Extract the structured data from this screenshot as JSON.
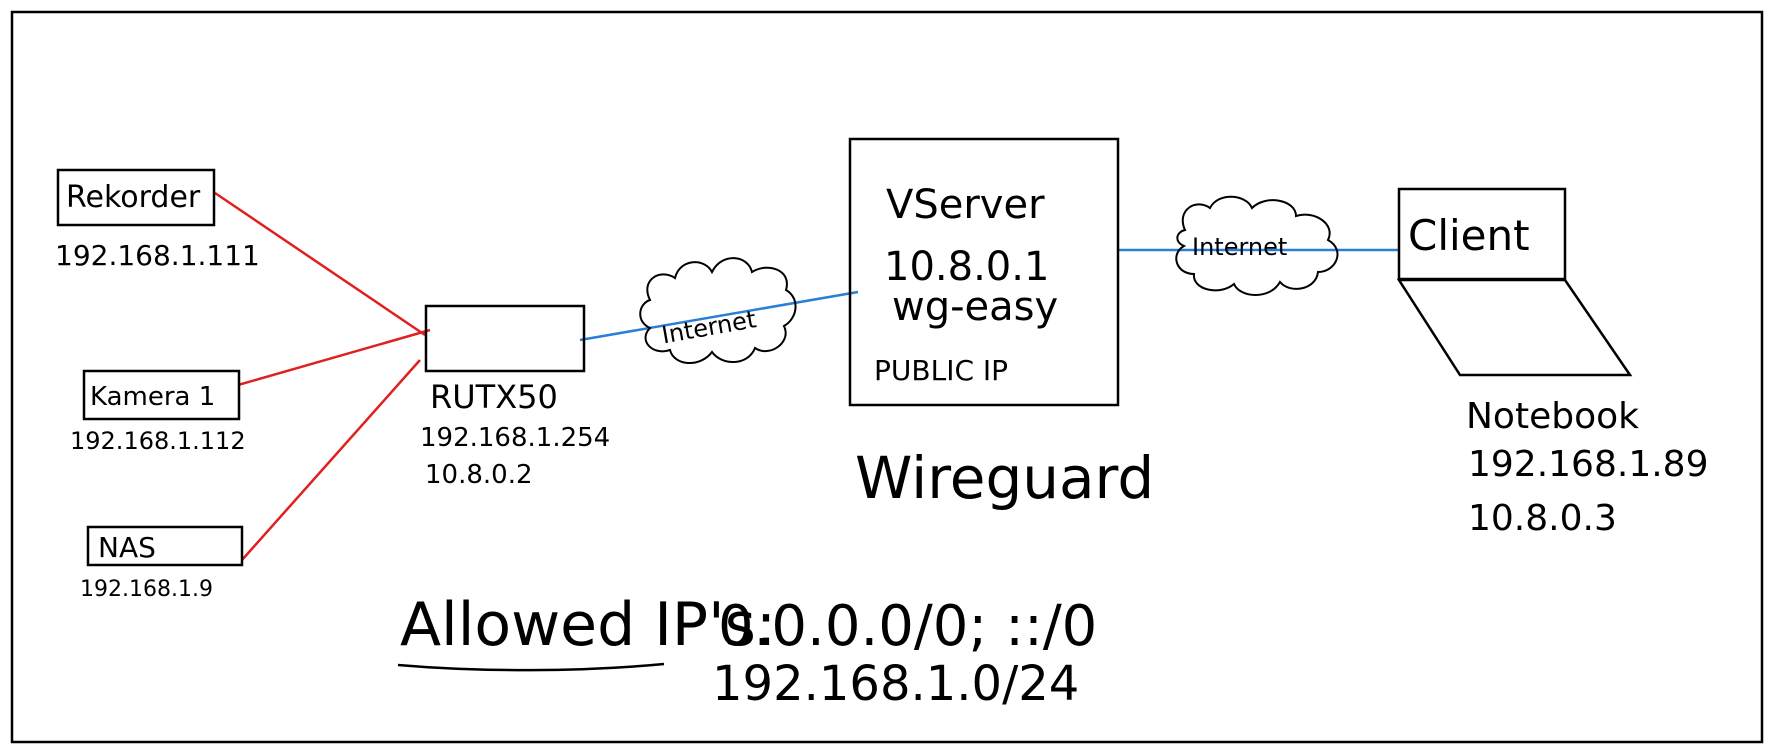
{
  "devices": {
    "rekorder": {
      "name": "Rekorder",
      "ip": "192.168.1.111"
    },
    "kamera": {
      "name": "Kamera 1",
      "ip": "192.168.1.112"
    },
    "nas": {
      "name": "NAS",
      "ip": "192.168.1.9"
    }
  },
  "router": {
    "name": "RUTX50",
    "ip_lan": "192.168.1.254",
    "ip_vpn": "10.8.0.2"
  },
  "server": {
    "line1": "VServer",
    "line2": "10.8.0.1",
    "line3": "wg-easy",
    "line4": "PUBLIC IP",
    "caption": "Wireguard"
  },
  "internet_label": "Internet",
  "client": {
    "screen_label": "Client",
    "name": "Notebook",
    "ip_lan": "192.168.1.89",
    "ip_vpn": "10.8.0.3"
  },
  "allowed_ips": {
    "label": "Allowed IP's:",
    "line1": "0.0.0.0/0; ::/0",
    "line2": "192.168.1.0/24"
  },
  "colors": {
    "lan_link": "#e02020",
    "vpn_link": "#2a7fd4"
  }
}
